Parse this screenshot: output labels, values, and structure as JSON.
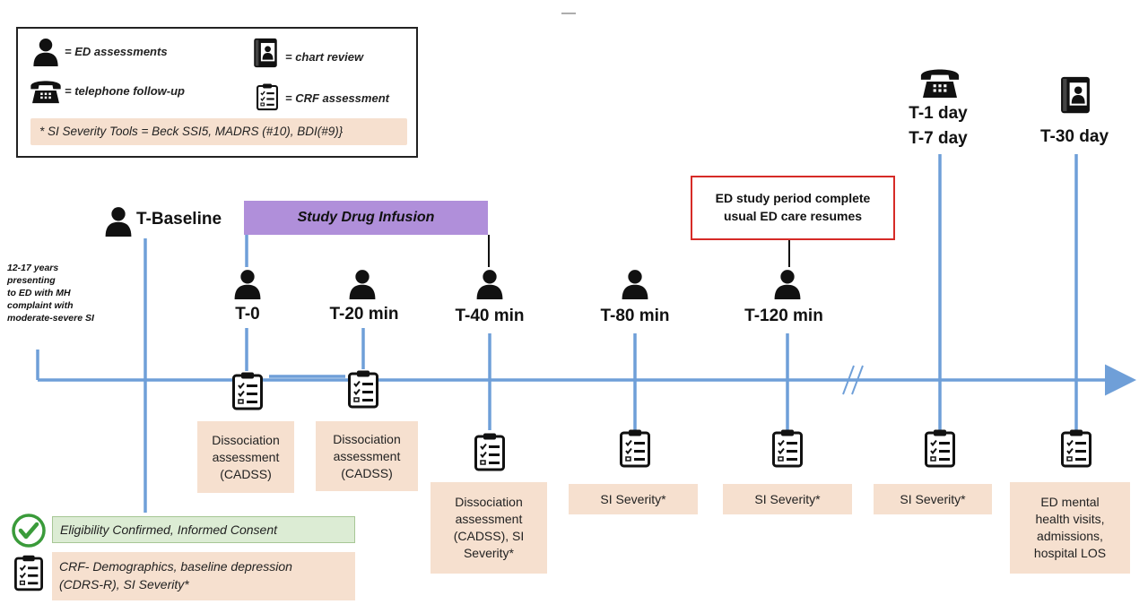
{
  "colors": {
    "axis": "#6f9fd8",
    "infusion": "#b08fda",
    "complete_border": "#d62b27",
    "assessment_bg": "#f6e0cf",
    "eligibility_bg": "#dcecd4",
    "check": "#3a9b3a"
  },
  "legend": {
    "ed_assessments": "= ED assessments",
    "chart_review": "= chart review",
    "telephone": "= telephone follow-up",
    "crf": "= CRF assessment",
    "tools": "* SI Severity Tools = Beck SSI5, MADRS (#10), BDI(#9)}"
  },
  "population": [
    "12-17 years",
    "presenting",
    "to ED with MH",
    "complaint with",
    "moderate-severe SI"
  ],
  "infusion_label": "Study Drug Infusion",
  "ed_complete": [
    "ED study period complete",
    "usual ED care resumes"
  ],
  "timepoints": {
    "baseline": "T-Baseline",
    "t0": "T-0",
    "t20": "T-20 min",
    "t40": "T-40 min",
    "t80": "T-80 min",
    "t120": "T-120 min",
    "t1": "T-1 day",
    "t7": "T-7 day",
    "t30": "T-30 day"
  },
  "assessments": {
    "t0": [
      "Dissociation",
      "assessment",
      "(CADSS)"
    ],
    "t20": [
      "Dissociation",
      "assessment",
      "(CADSS)"
    ],
    "t40": [
      "Dissociation",
      "assessment",
      "(CADSS), SI",
      "Severity*"
    ],
    "t80": "SI Severity*",
    "t120": "SI Severity*",
    "t7": "SI Severity*",
    "t30": [
      "ED mental",
      "health visits,",
      "admissions,",
      "hospital LOS"
    ]
  },
  "baseline_boxes": {
    "eligibility": "Eligibility Confirmed, Informed Consent",
    "crf": [
      "CRF- Demographics, baseline depression",
      "(CDRS-R), SI Severity*"
    ]
  },
  "icons": {
    "person": "person-icon",
    "phone": "telephone-icon",
    "chart": "chart-review-icon",
    "crf": "clipboard-icon",
    "check": "checkmark-icon"
  }
}
